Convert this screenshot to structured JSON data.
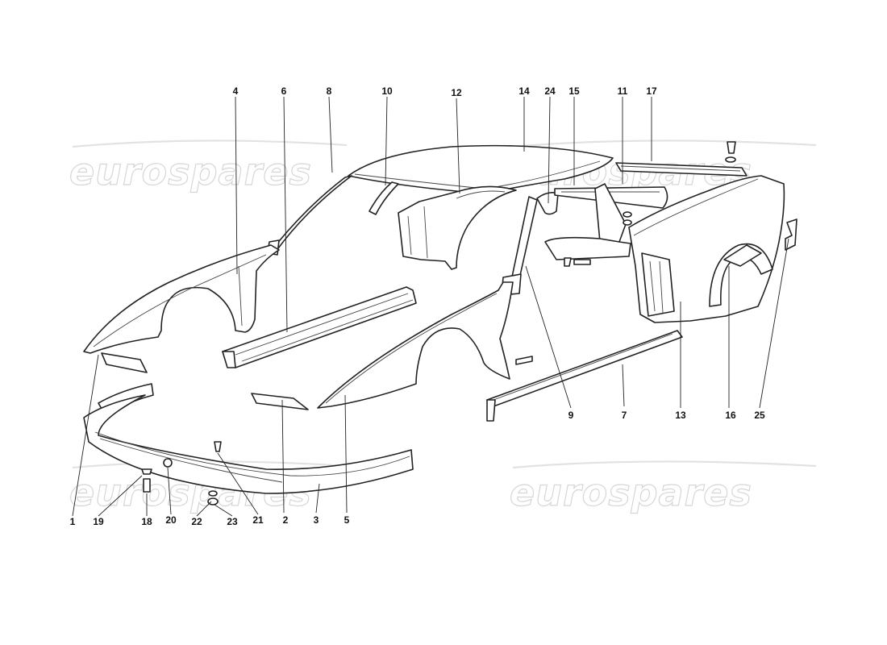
{
  "watermark": {
    "text": "eurospares"
  },
  "callouts": {
    "n1": "1",
    "n2": "2",
    "n3": "3",
    "n4": "4",
    "n5": "5",
    "n6": "6",
    "n7": "7",
    "n8": "8",
    "n9": "9",
    "n10": "10",
    "n11": "11",
    "n12": "12",
    "n13": "13",
    "n14": "14",
    "n15": "15",
    "n16": "16",
    "n17": "17",
    "n18": "18",
    "n19": "19",
    "n20": "20",
    "n21": "21",
    "n22": "22",
    "n23": "23",
    "n24": "24",
    "n25": "25"
  }
}
